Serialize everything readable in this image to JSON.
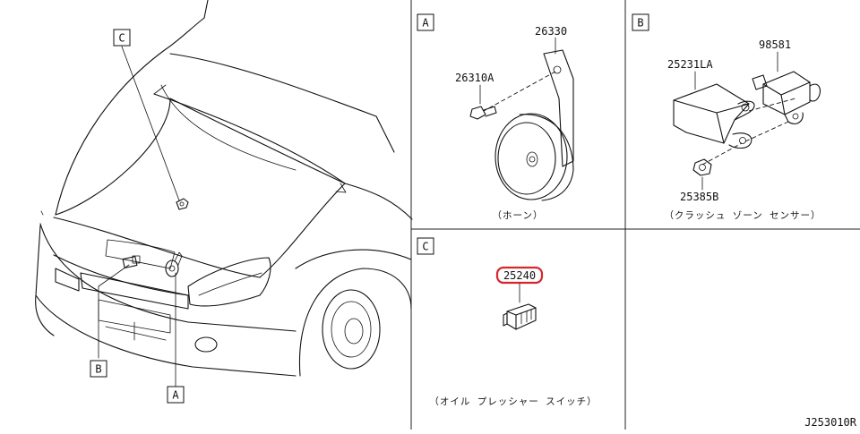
{
  "overview": {
    "callout_a": "A",
    "callout_b": "B",
    "callout_c": "C"
  },
  "panel_a": {
    "tag": "A",
    "part_bracket": "26330",
    "part_bolt": "26310A",
    "caption": "（ホーン）"
  },
  "panel_b": {
    "tag": "B",
    "part_sensor": "25231LA",
    "part_connector": "98581",
    "part_nut": "25385B",
    "caption": "（クラッシュ ゾーン センサー）"
  },
  "panel_c": {
    "tag": "C",
    "part_switch": "25240",
    "caption": "（オイル プレッシャー スイッチ）"
  },
  "drawing_code": "J253010R",
  "colors": {
    "highlight": "#d7262e",
    "line": "#111111"
  }
}
